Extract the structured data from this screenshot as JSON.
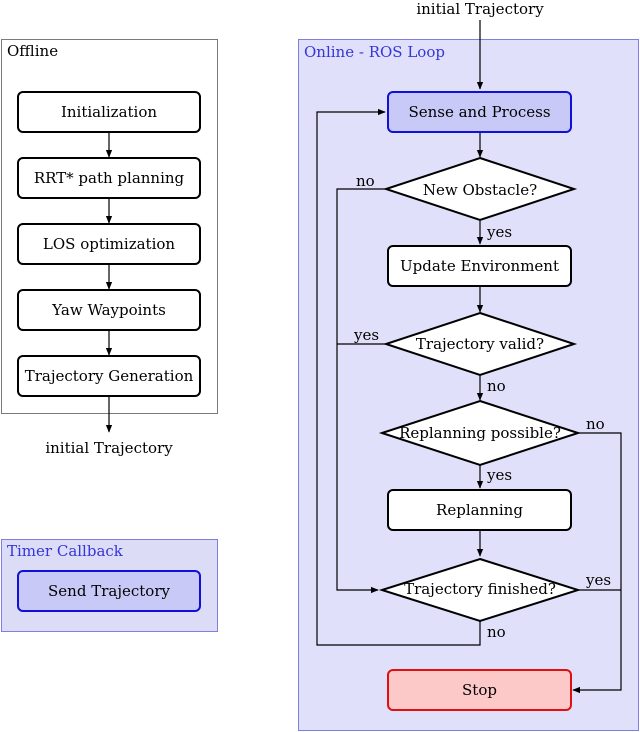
{
  "colors": {
    "online_panel_bg": "#e0e0fa",
    "online_panel_border": "#7f7fe0",
    "timer_panel_bg": "#dcdcf6",
    "timer_panel_border": "#7f7fe0",
    "panel_title_color": "#3535d8",
    "blue_box_fill": "#c9c9f8",
    "blue_box_border": "#1010d8",
    "stop_fill": "#fcc8c8",
    "stop_border": "#e01010"
  },
  "offline": {
    "title": "Offline",
    "steps": [
      "Initialization",
      "RRT* path planning",
      "LOS optimization",
      "Yaw Waypoints",
      "Trajectory Generation"
    ],
    "output": "initial Trajectory"
  },
  "timer": {
    "title": "Timer Callback",
    "box": "Send Trajectory"
  },
  "online": {
    "title": "Online - ROS Loop",
    "input": "initial Trajectory",
    "sense": "Sense and Process",
    "new_obstacle": "New Obstacle?",
    "update_env": "Update Environment",
    "traj_valid": "Trajectory valid?",
    "replan_possible": "Replanning possible?",
    "replanning": "Replanning",
    "traj_finished": "Trajectory finished?",
    "stop": "Stop"
  },
  "edge_labels": {
    "no_obstacle": "no",
    "yes_obstacle": "yes",
    "yes_valid": "yes",
    "no_valid": "no",
    "no_replan": "no",
    "yes_replan": "yes",
    "yes_finished": "yes",
    "no_finished": "no"
  }
}
